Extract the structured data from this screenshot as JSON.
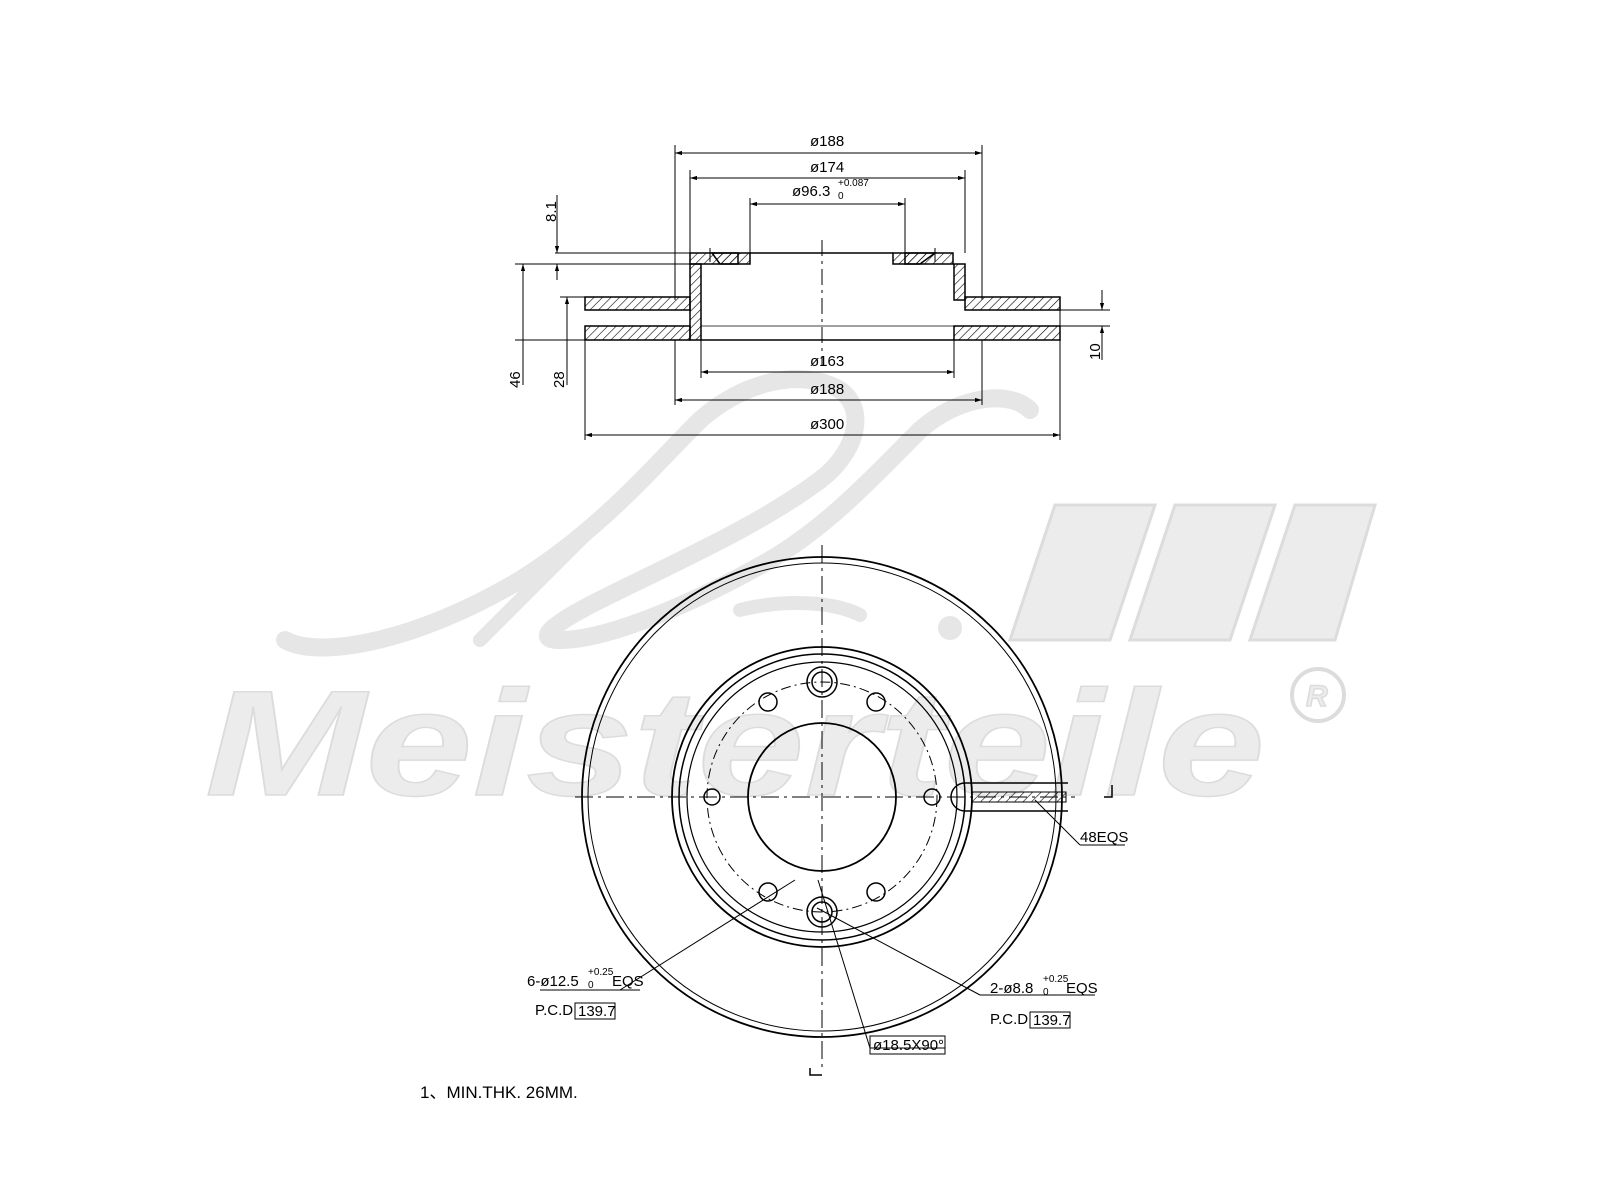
{
  "watermark": {
    "brand_script": "A.L.",
    "brand_name": "Meisterteile",
    "registered_mark": "R"
  },
  "side_view": {
    "dims": {
      "d188_top": "ø188",
      "d174": "ø174",
      "d96_3": "ø96.3",
      "d96_3_tol_upper": "+0.087",
      "d96_3_tol_lower": "0",
      "d8_1": "8.1",
      "d163": "ø163",
      "d188_bottom": "ø188",
      "d300": "ø300",
      "d46": "46",
      "d28": "28",
      "d10": "10"
    }
  },
  "front_view": {
    "callout_eqs": "48EQS",
    "holes_large": {
      "count_dia": "6-ø12.5",
      "tol_upper": "+0.25",
      "tol_lower": "0",
      "suffix": "EQS",
      "pcd_label": "P.C.D",
      "pcd_value": "139.7"
    },
    "holes_small": {
      "count_dia": "2-ø8.8",
      "tol_upper": "+0.25",
      "tol_lower": "0",
      "suffix": "EQS",
      "pcd_label": "P.C.D",
      "pcd_value": "139.7"
    },
    "chamfer": "ø18.5X90°"
  },
  "note": "1、MIN.THK. 26MM."
}
